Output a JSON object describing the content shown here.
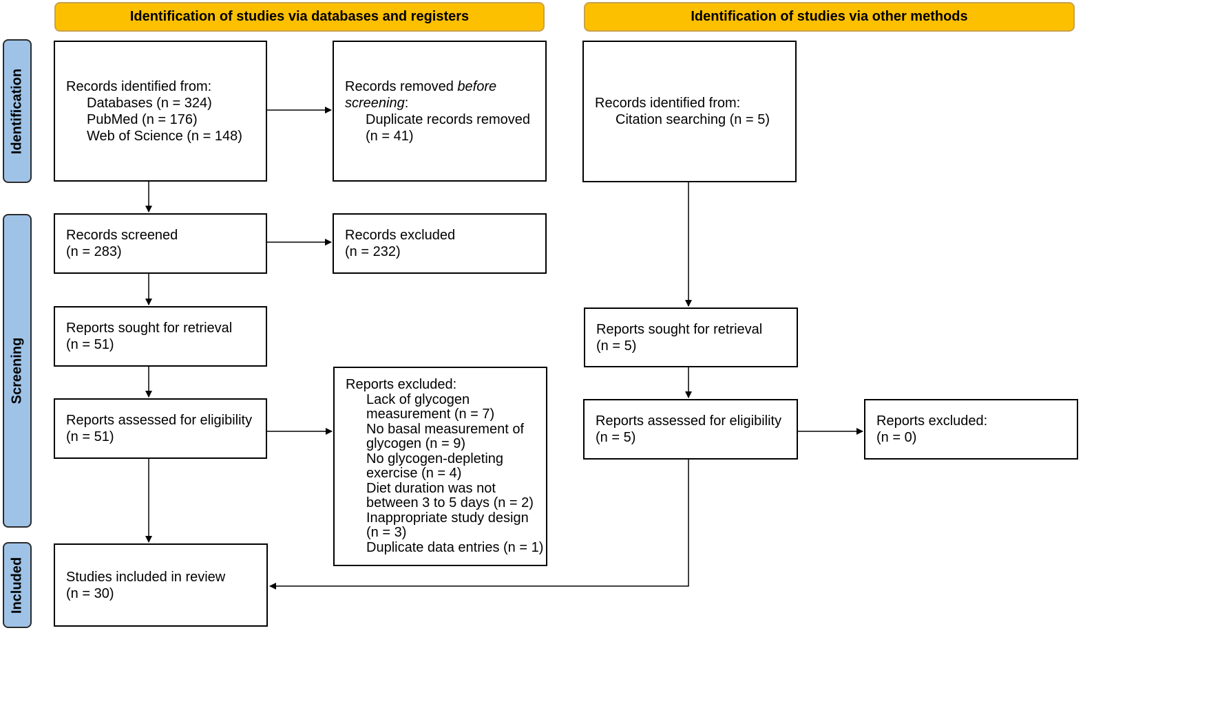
{
  "headers": {
    "databases": "Identification of studies via databases and registers",
    "other": "Identification of studies via other methods"
  },
  "phases": {
    "identification": "Identification",
    "screening": "Screening",
    "included": "Included"
  },
  "colors": {
    "header_fill": "#fdc000",
    "phase_fill": "#9fc3e7"
  },
  "boxes": {
    "records_identified": {
      "title": "Records identified from:",
      "items": [
        "Databases (n = 324)",
        "PubMed (n = 176)",
        "Web of Science (n = 148)"
      ]
    },
    "records_removed": {
      "title_plain": "Records removed ",
      "title_italic": "before",
      "title_italic2": "screening",
      "title_colon": ":",
      "items": [
        "Duplicate records removed",
        "(n = 41)"
      ]
    },
    "records_screened": {
      "lines": [
        "Records screened",
        "(n = 283)"
      ]
    },
    "records_excluded": {
      "lines": [
        "Records excluded",
        "(n = 232)"
      ]
    },
    "reports_sought": {
      "lines": [
        "Reports sought for retrieval",
        "(n = 51)"
      ]
    },
    "reports_assessed": {
      "lines": [
        "Reports assessed for eligibility",
        "(n = 51)"
      ]
    },
    "reports_excluded": {
      "title": "Reports excluded:",
      "items": [
        "Lack of glycogen",
        "measurement (n = 7)",
        "No basal measurement of",
        "glycogen (n = 9)",
        "No glycogen-depleting",
        "exercise (n = 4)",
        "Diet duration was not",
        "between 3 to 5 days (n = 2)",
        "Inappropriate study design",
        "(n = 3)",
        "Duplicate data entries (n = 1)"
      ]
    },
    "studies_included": {
      "lines": [
        "Studies included in review",
        "(n = 30)"
      ]
    },
    "other_identified": {
      "title": "Records identified from:",
      "items": [
        "Citation searching (n = 5)"
      ]
    },
    "other_sought": {
      "lines": [
        "Reports sought for retrieval",
        "(n = 5)"
      ]
    },
    "other_assessed": {
      "lines": [
        "Reports assessed for eligibility",
        "(n = 5)"
      ]
    },
    "other_excluded": {
      "lines": [
        "Reports excluded:",
        "(n = 0)"
      ]
    }
  }
}
